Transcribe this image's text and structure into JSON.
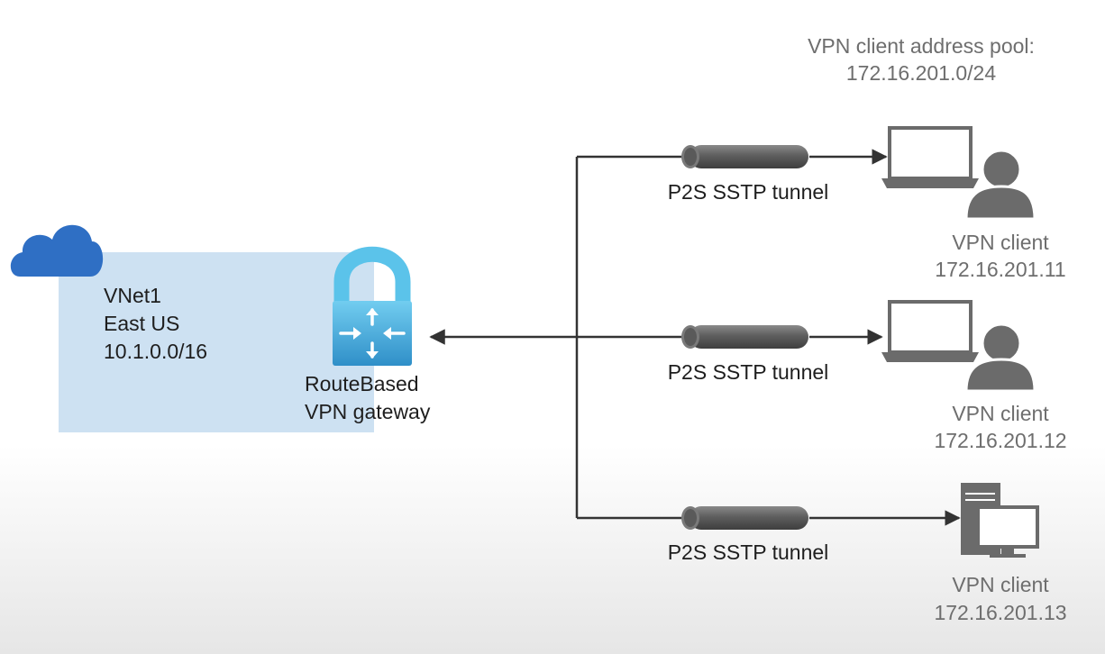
{
  "pool": {
    "label": "VPN client address pool:",
    "value": "172.16.201.0/24"
  },
  "vnet": {
    "name": "VNet1",
    "region": "East US",
    "address_space": "10.1.0.0/16"
  },
  "gateway": {
    "line1": "RouteBased",
    "line2": "VPN gateway"
  },
  "tunnels": [
    {
      "label": "P2S SSTP tunnel"
    },
    {
      "label": "P2S SSTP tunnel"
    },
    {
      "label": "P2S SSTP tunnel"
    }
  ],
  "clients": [
    {
      "label": "VPN client",
      "ip": "172.16.201.11",
      "device": "laptop-user-icon"
    },
    {
      "label": "VPN client",
      "ip": "172.16.201.12",
      "device": "laptop-user-icon"
    },
    {
      "label": "VPN client",
      "ip": "172.16.201.13",
      "device": "desktop-computer-icon"
    }
  ],
  "colors": {
    "vnet_fill": "#cde1f2",
    "cloud": "#2f6fc4",
    "lock_shackle": "#5bc3ea",
    "lock_body": "#3aa7d8",
    "line": "#333333",
    "device": "#6b6b6b",
    "muted_text": "#6e6e6e"
  }
}
